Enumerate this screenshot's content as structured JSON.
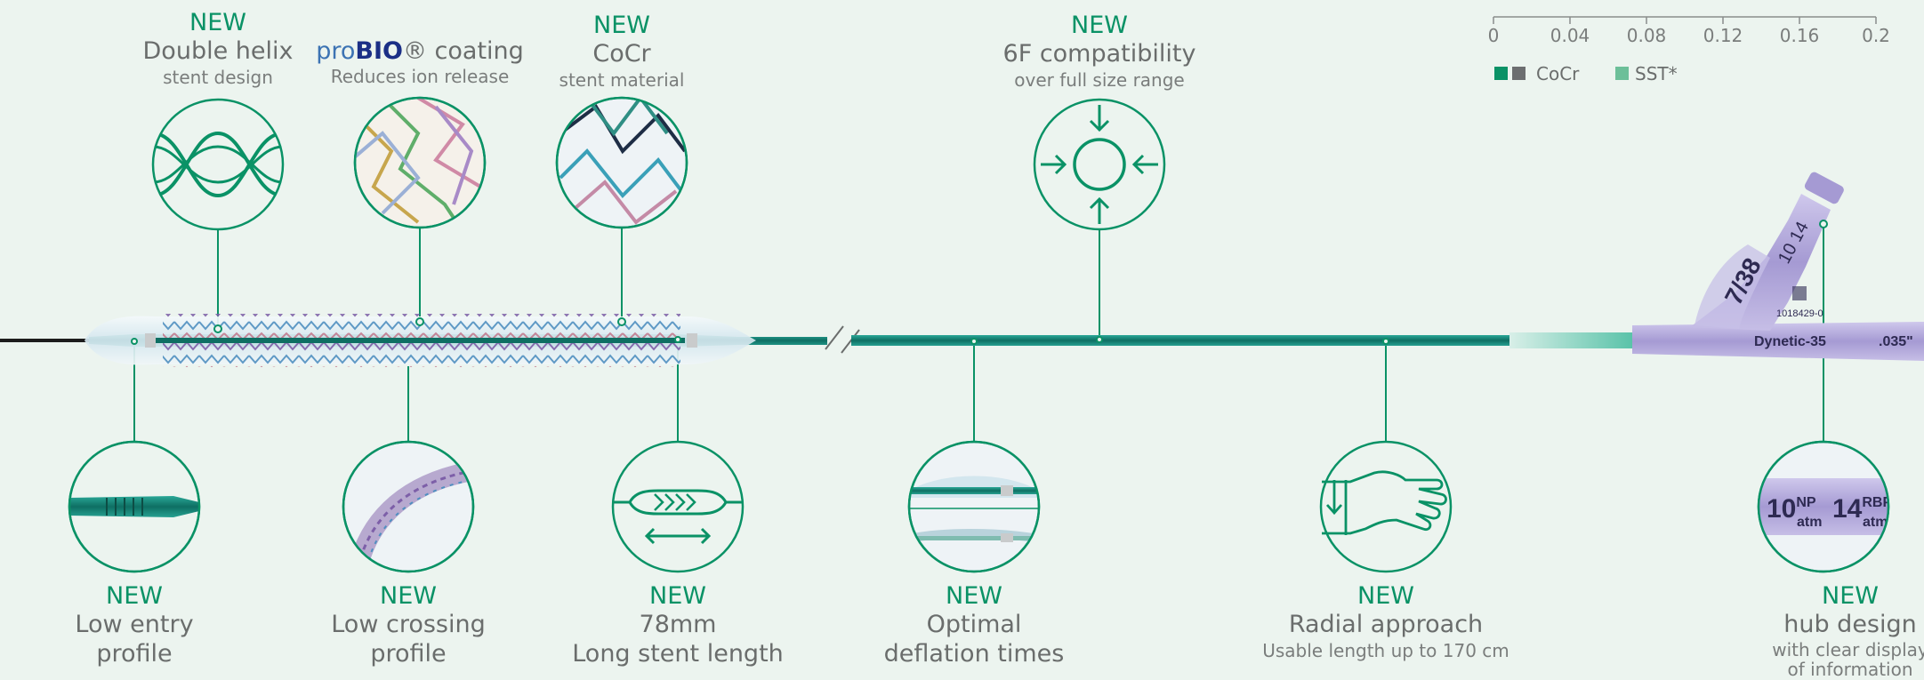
{
  "features_top": [
    {
      "id": "double-helix",
      "new": "NEW",
      "title": "Double helix",
      "subtitle": "stent design",
      "icon": "double-helix-icon"
    },
    {
      "id": "probio",
      "new": "",
      "title_part1": "pro",
      "title_part2": "BIO",
      "title_part3": "® coating",
      "subtitle": "Reduces ion release",
      "icon": "coated-stent-image"
    },
    {
      "id": "cocr",
      "new": "NEW",
      "title": "CoCr",
      "subtitle": "stent material",
      "icon": "cocr-stent-image"
    },
    {
      "id": "6f",
      "new": "NEW",
      "title": "6F compatibility",
      "subtitle": "over full size range",
      "icon": "compress-arrows-icon"
    }
  ],
  "features_bottom": [
    {
      "id": "low-entry",
      "new": "NEW",
      "line1": "Low entry",
      "line2": "profile",
      "icon": "catheter-tip-image"
    },
    {
      "id": "low-crossing",
      "new": "NEW",
      "line1": "Low crossing",
      "line2": "profile",
      "icon": "crimped-stent-image"
    },
    {
      "id": "long-stent",
      "new": "NEW",
      "line1": "78mm",
      "line2": "Long stent length",
      "icon": "stent-length-icon"
    },
    {
      "id": "deflation",
      "new": "NEW",
      "line1": "Optimal",
      "line2": "deflation times",
      "icon": "balloon-deflation-image"
    },
    {
      "id": "radial",
      "new": "NEW",
      "line1": "Radial approach",
      "line2": "Usable length up to 170 cm",
      "icon": "radial-hand-icon"
    },
    {
      "id": "hub",
      "new": "NEW",
      "line1": "hub design",
      "line2": "with clear display",
      "line3": "of information",
      "icon": "hub-label-image"
    }
  ],
  "scale": {
    "ticks": [
      "0",
      "0.04",
      "0.08",
      "0.12",
      "0.16",
      "0.2"
    ],
    "legend": [
      {
        "label": "CoCr",
        "colors": [
          "#0a9266",
          "#6c6e70"
        ]
      },
      {
        "label": "SST*",
        "colors": [
          "#6cbf99"
        ]
      }
    ]
  },
  "device_labels": {
    "hub_size": "7/38",
    "hub_np": "10",
    "hub_np_sup": "NP",
    "hub_np_sub": "atm",
    "hub_rbp": "14",
    "hub_rbp_sup": "RBP",
    "hub_rbp_sub": "atm",
    "hub_code": "1018429-0",
    "hub_brand": "Dynetic-35",
    "hub_wire": ".035\""
  },
  "colors": {
    "accent": "#0a9266",
    "background": "#ecf4ef",
    "text": "#6a6d6c",
    "catheter": "#137f73",
    "hub": "#a59ad3"
  }
}
